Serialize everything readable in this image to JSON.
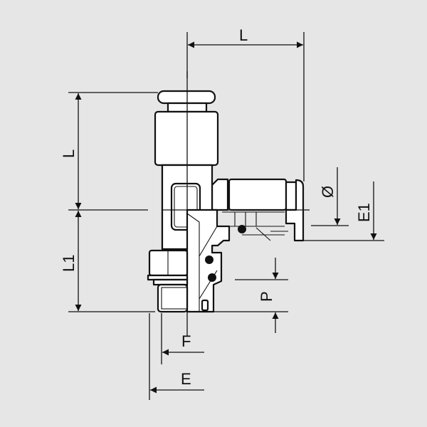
{
  "drawing": {
    "title": "Swivel elbow push-in fitting dimension drawing",
    "labels": {
      "length_top": "L",
      "length_side": "L",
      "length_thread": "L1",
      "diameter": "Ø",
      "offset": "E1",
      "thread_pitch": "P",
      "across_flats": "F",
      "hex_width": "E"
    },
    "colors": {
      "background": "#e6e6e6",
      "line": "#111111",
      "part_fill": "#ffffff"
    }
  }
}
